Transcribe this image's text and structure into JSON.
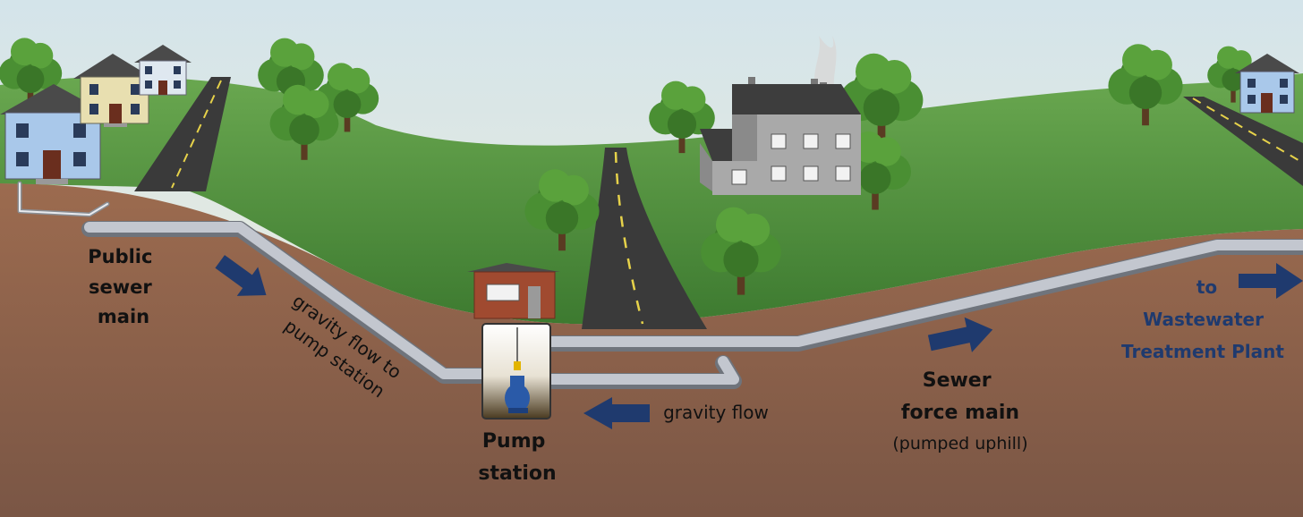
{
  "labels": {
    "public_sewer_main": [
      "Public",
      "sewer",
      "main"
    ],
    "gravity_to_pump": [
      "gravity flow to",
      "pump station"
    ],
    "pump_station": [
      "Pump",
      "station"
    ],
    "gravity_flow": "gravity flow",
    "force_main": [
      "Sewer",
      "force main"
    ],
    "force_main_note": "(pumped uphill)",
    "to_plant": [
      "to",
      "Wastewater",
      "Treatment Plant"
    ]
  },
  "colors": {
    "sky_top": "#d8e6ea",
    "sky_bottom": "#eeeed6",
    "grass": "#5c9a45",
    "grass_dark": "#3f7a31",
    "soil_top": "#9a6a4e",
    "soil_bottom": "#7c5846",
    "pipe": "#b8bdc6",
    "pipe_shadow": "#6f747c",
    "arrow": "#1f3a6e",
    "road": "#3a3a3a",
    "road_line": "#e6d24a",
    "house_blue": "#a9c8ea",
    "house_yellow": "#e8dfb0",
    "roof": "#4a4a4a",
    "factory": "#a9a9a9",
    "brick": "#a04a30",
    "pump": "#2a5aa8",
    "label_text": "#111111",
    "label_blue": "#1f3a6e"
  },
  "icons": [
    "house-icon",
    "tree-icon",
    "factory-icon",
    "pump-icon",
    "arrow-icon"
  ]
}
